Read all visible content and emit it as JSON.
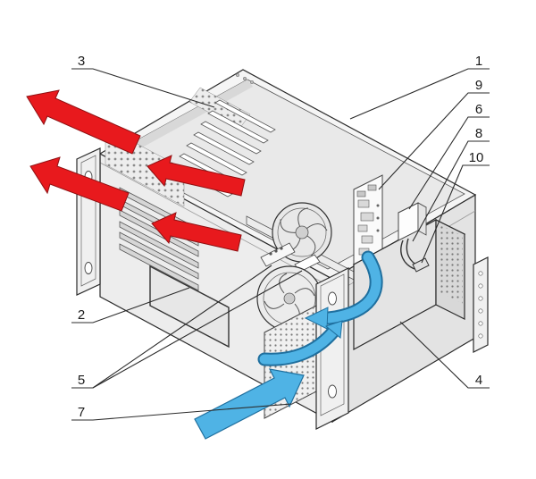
{
  "figure": {
    "type": "cutaway-airflow-diagram",
    "subject": "Rackmount industrial computer chassis cooling airflow",
    "background_color": "#ffffff",
    "line_color": "#2b2b2b",
    "exhaust_color": "#e8191d",
    "exhaust_outline": "#8f1012",
    "intake_color": "#4fb3e5",
    "intake_outline": "#1f6f9e",
    "chassis_fill": "#f0f0f0",
    "callouts": [
      {
        "label": "1"
      },
      {
        "label": "2"
      },
      {
        "label": "3"
      },
      {
        "label": "4"
      },
      {
        "label": "5"
      },
      {
        "label": "6"
      },
      {
        "label": "7"
      },
      {
        "label": "8"
      },
      {
        "label": "9"
      },
      {
        "label": "10"
      }
    ]
  }
}
